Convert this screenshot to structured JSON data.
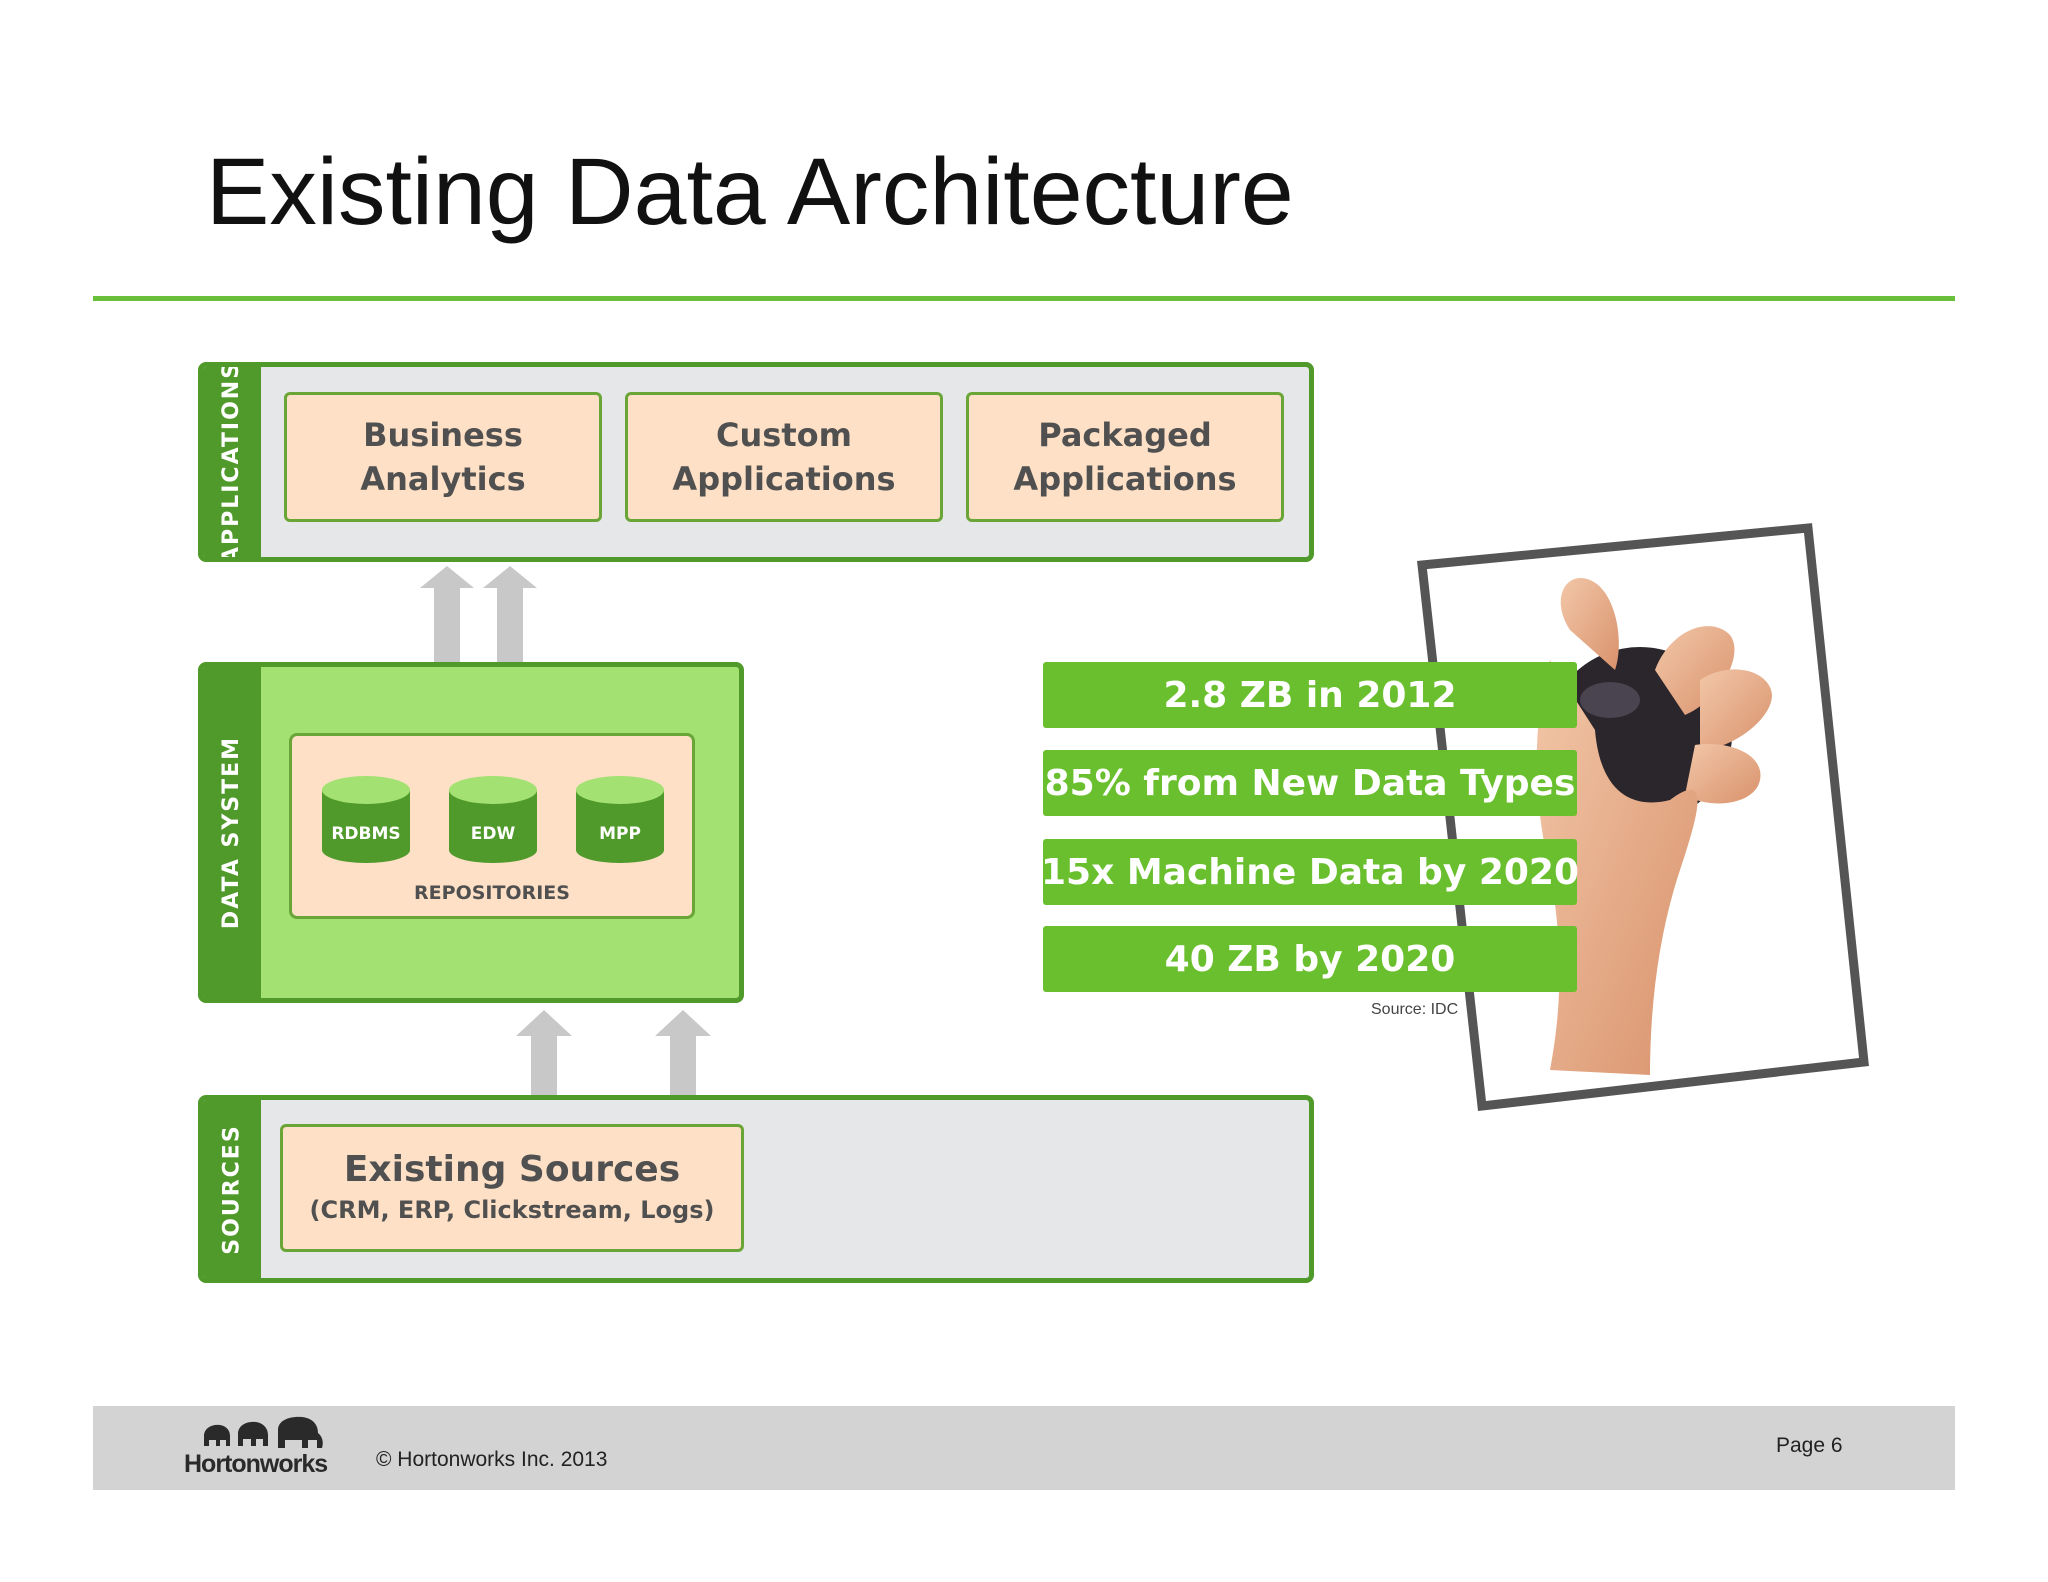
{
  "title": "Existing Data Architecture",
  "tiers": {
    "applications": {
      "label": "APPLICATIONS",
      "items": [
        "Business Analytics",
        "Custom Applications",
        "Packaged Applications"
      ]
    },
    "data_system": {
      "label": "DATA  SYSTEM",
      "repositories": [
        "RDBMS",
        "EDW",
        "MPP"
      ],
      "repositories_label": "REPOSITORIES"
    },
    "sources": {
      "label": "SOURCES",
      "title": "Existing Sources",
      "subtitle": "(CRM, ERP, Clickstream, Logs)"
    }
  },
  "stats": [
    "2.8 ZB in 2012",
    "85% from New Data Types",
    "15x Machine Data by 2020",
    "40 ZB by 2020"
  ],
  "stats_source": "Source: IDC",
  "footer": {
    "logo": "Hortonworks",
    "copyright": "© Hortonworks Inc. 2013",
    "page": "Page 6"
  },
  "colors": {
    "accent_green": "#6abf2e",
    "dark_green": "#4f9a2a",
    "light_green": "#a3e173",
    "box_fill": "#fde0c6",
    "panel_gray": "#e6e7e8",
    "arrow_gray": "#c8c8c8"
  }
}
